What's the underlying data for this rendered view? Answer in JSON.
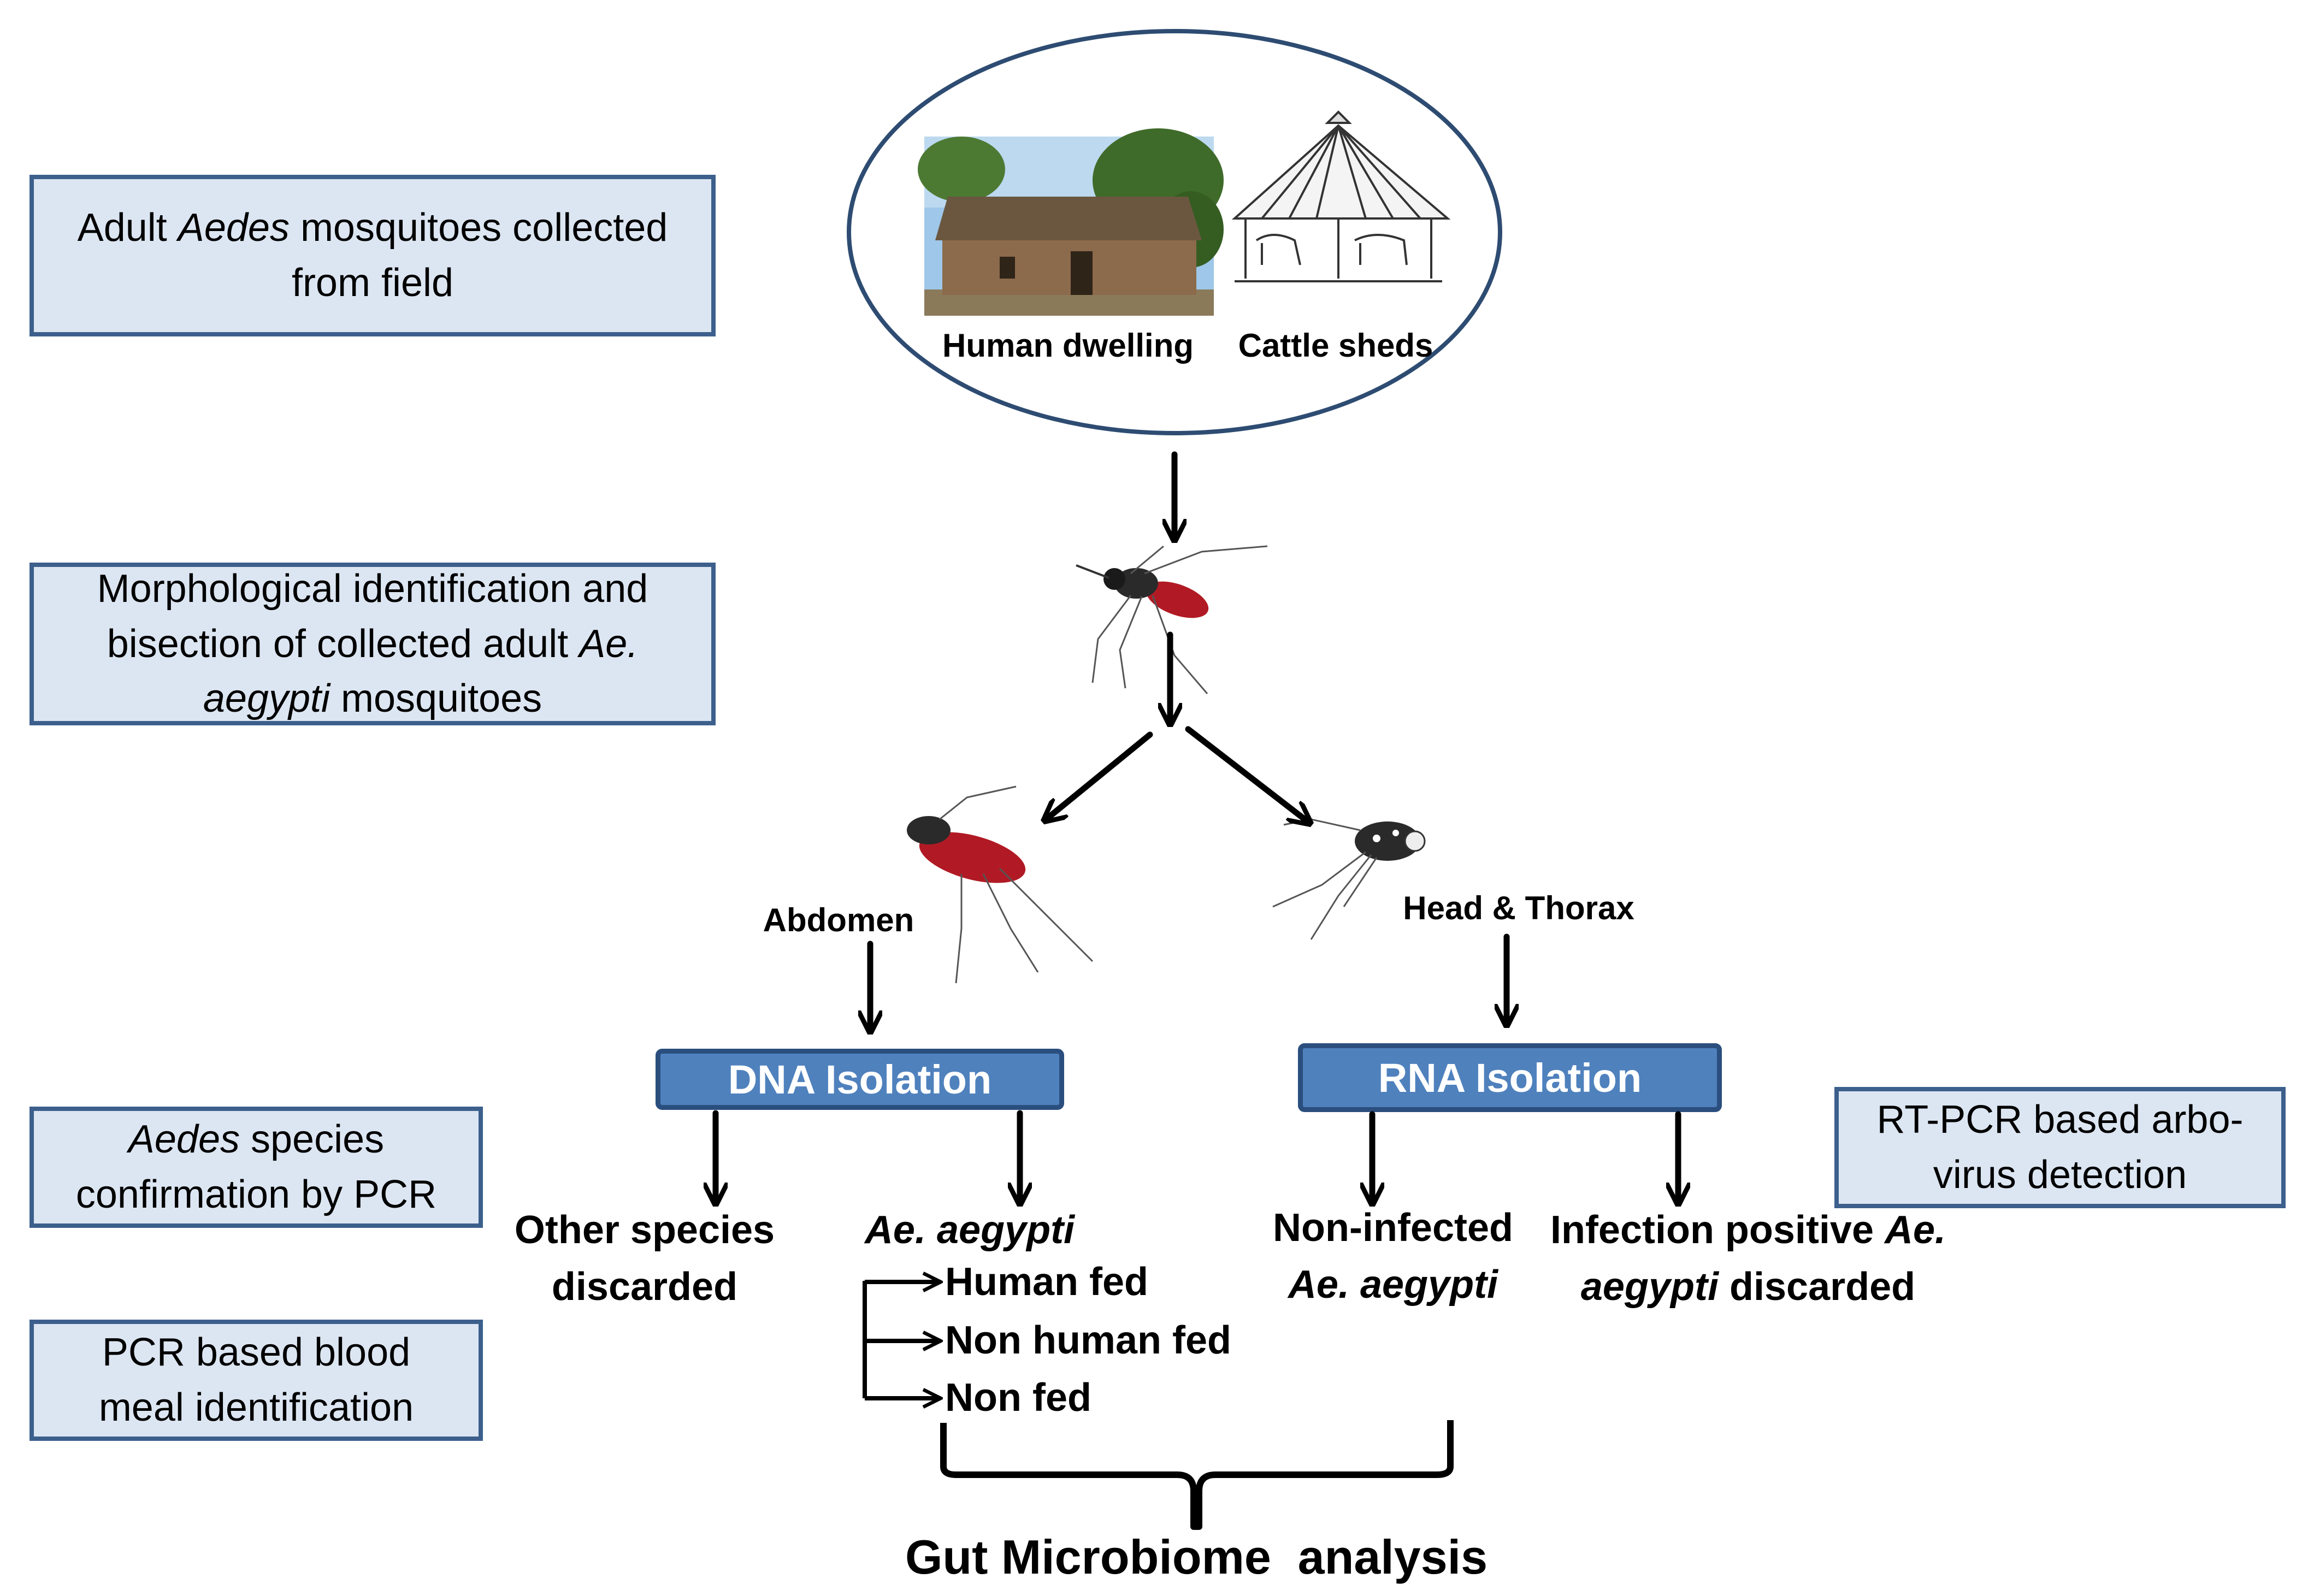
{
  "side_boxes": {
    "collection": {
      "pre": "Adult ",
      "italic": "Aedes",
      "post": " mosquitoes collected from field"
    },
    "morphology": {
      "pre": "Morphological identification and bisection of collected adult ",
      "italic": "Ae. aegypti",
      "post": " mosquitoes"
    },
    "species_pcr": {
      "pre": "",
      "italic": "Aedes",
      "post": " species confirmation by PCR"
    },
    "blood_meal": {
      "text": "PCR based blood meal identification"
    },
    "rt_pcr": {
      "text": "RT-PCR based arbo-virus detection"
    }
  },
  "habitats": {
    "human_dwelling": "Human dwelling",
    "cattle_sheds": "Cattle sheds"
  },
  "parts": {
    "abdomen": "Abdomen",
    "head_thorax": "Head & Thorax"
  },
  "isolation": {
    "dna": "DNA Isolation",
    "rna": "RNA Isolation"
  },
  "dna_outcomes": {
    "other_species": "Other species discarded",
    "ae_aegypti": "Ae. aegypti",
    "human_fed": "Human fed",
    "non_human_fed": "Non human fed",
    "non_fed": "Non fed"
  },
  "rna_outcomes": {
    "non_infected_1": "Non-infected",
    "non_infected_2": "Ae. aegypti",
    "positive_pre": "Infection positive ",
    "positive_italic_1": "Ae.",
    "positive_italic_2": "aegypti",
    "positive_post": " discarded"
  },
  "final": {
    "gut_microbiome": "Gut Microbiome  analysis"
  },
  "colors": {
    "box_fill": "#dce6f2",
    "box_border": "#3c5f8c",
    "isolation_fill": "#4f81bd",
    "ellipse_border": "#2e4c72"
  }
}
